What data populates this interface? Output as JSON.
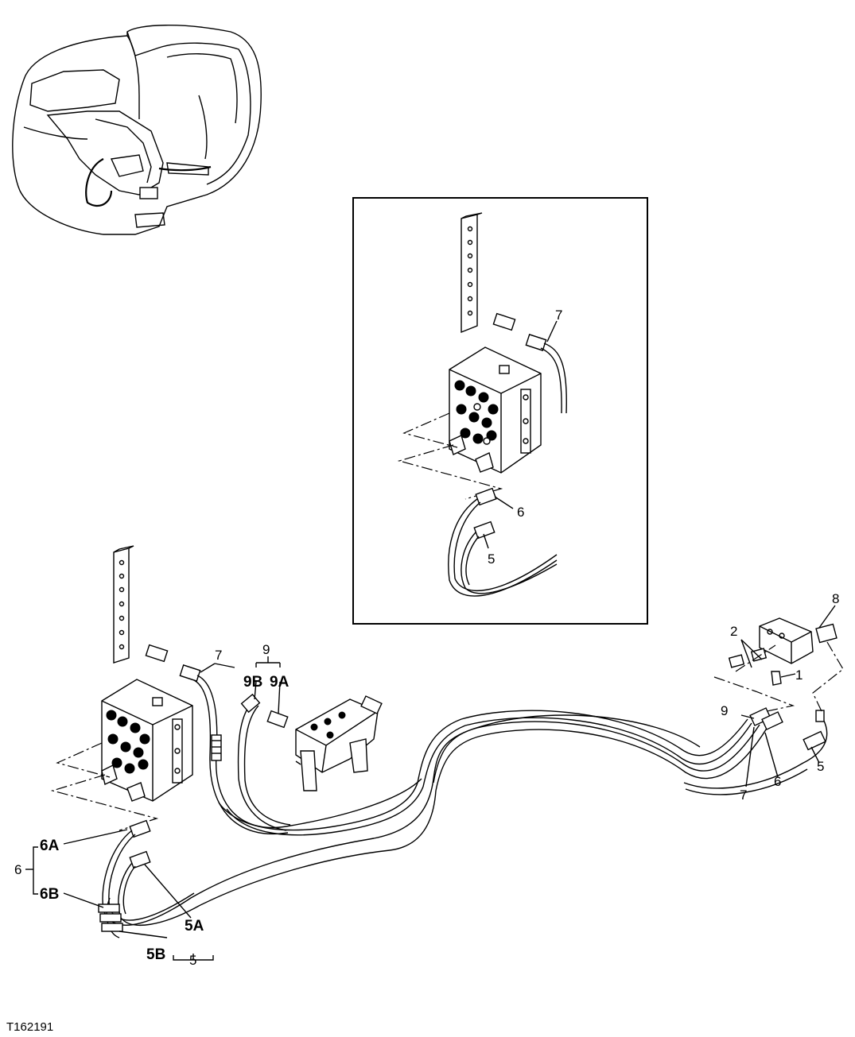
{
  "figure_id": "T162191",
  "inset_callouts": [
    "7",
    "6",
    "5"
  ],
  "main_callouts": {
    "c7": "7",
    "c9": "9",
    "c9b": "9B",
    "c9a": "9A",
    "c6a": "6A",
    "c6": "6",
    "c6b": "6B",
    "c5a": "5A",
    "c5b": "5B",
    "c5": "5",
    "c8": "8",
    "c2": "2",
    "c1": "1",
    "c9r": "9",
    "c7r": "7",
    "c6r": "6",
    "c5r": "5"
  }
}
